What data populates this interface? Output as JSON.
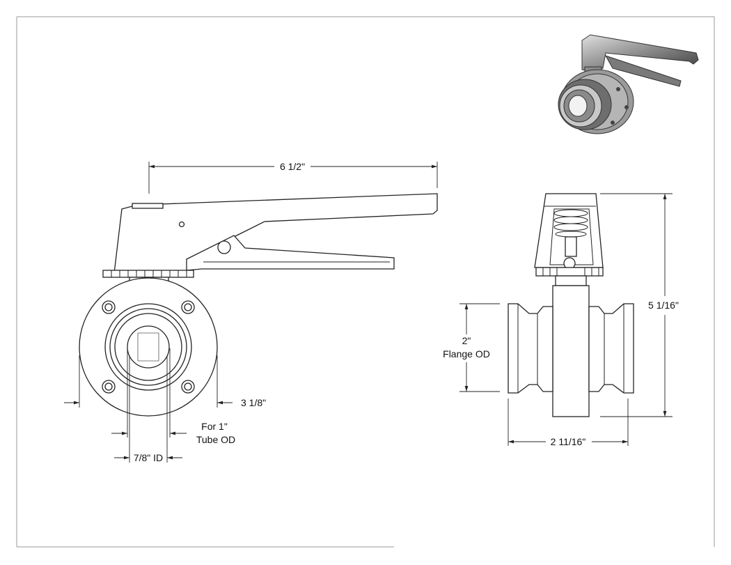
{
  "dimensions": {
    "handle_length": "6 1/2\"",
    "flange_diameter": "3 1/8\"",
    "tube_od_line1": "For 1\"",
    "tube_od_line2": "Tube OD",
    "inner_diameter": "7/8\" ID",
    "flange_od_line1": "2\"",
    "flange_od_line2": "Flange OD",
    "overall_height": "5 1/16\"",
    "overall_width": "2 11/16\""
  },
  "colors": {
    "line": "#222222",
    "background": "#ffffff",
    "metal_dark": "#6e6e6e",
    "metal_light": "#c8c8c8"
  }
}
